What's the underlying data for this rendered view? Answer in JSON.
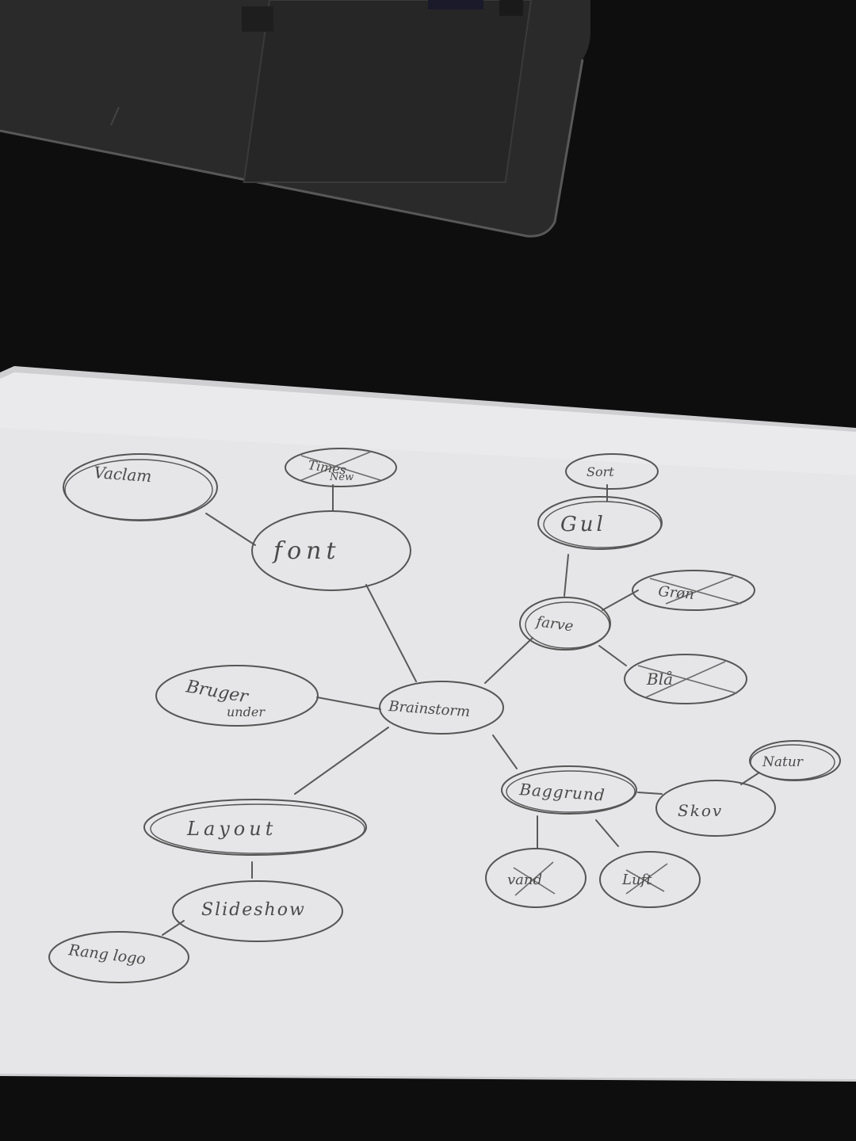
{
  "scene": {
    "description_colors": {
      "desk": "#0d0d0d",
      "laptop_body": "#2b2b2b",
      "laptop_edge": "#4a4a4a",
      "paper": "#e4e4e6",
      "pencil": "#555555"
    }
  },
  "mindmap": {
    "center": "Brainstorm",
    "font": "font",
    "vaclam": "Vaclam",
    "times_line1": "Times",
    "times_line2": "New",
    "farve": "farve",
    "gul": "Gul",
    "sort": "Sort",
    "groen": "Grøn",
    "blaa": "Blå",
    "bruger_line1": "Bruger",
    "bruger_line2": "under",
    "layout": "Layout",
    "slideshow": "Slideshow",
    "rang_logo": "Rang logo",
    "baggrund": "Baggrund",
    "skov": "Skov",
    "natur": "Natur",
    "vand": "vand",
    "luft": "Luft"
  }
}
